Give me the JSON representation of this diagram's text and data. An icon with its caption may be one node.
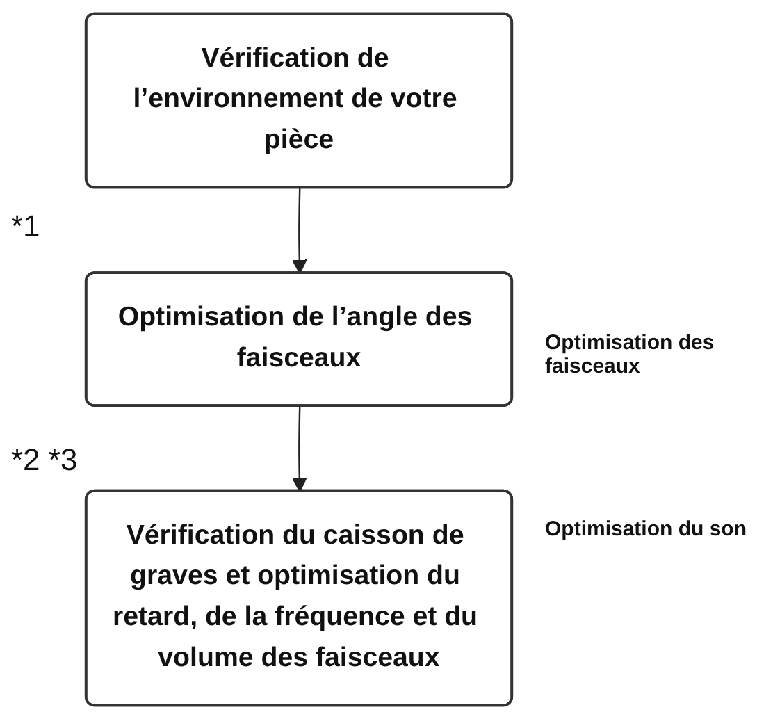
{
  "diagram": {
    "nodes": [
      {
        "text": [
          "Vérification de l’environnement de votre pièce"
        ]
      },
      {
        "text": [
          "Optimisation de l’angle des faisceaux"
        ]
      },
      {
        "text": [
          "Vérification du caisson de graves et optimisation du retard, de la fréquence et du volume des faisceaux"
        ]
      }
    ],
    "edges": [
      {
        "from": 0,
        "to": 1,
        "arrow": "to"
      },
      {
        "from": 1,
        "to": 2,
        "arrow": "to"
      }
    ],
    "labels": [
      "*1",
      "Optimisation des faisceaux",
      "*2 *3",
      "Optimisation du son"
    ]
  }
}
